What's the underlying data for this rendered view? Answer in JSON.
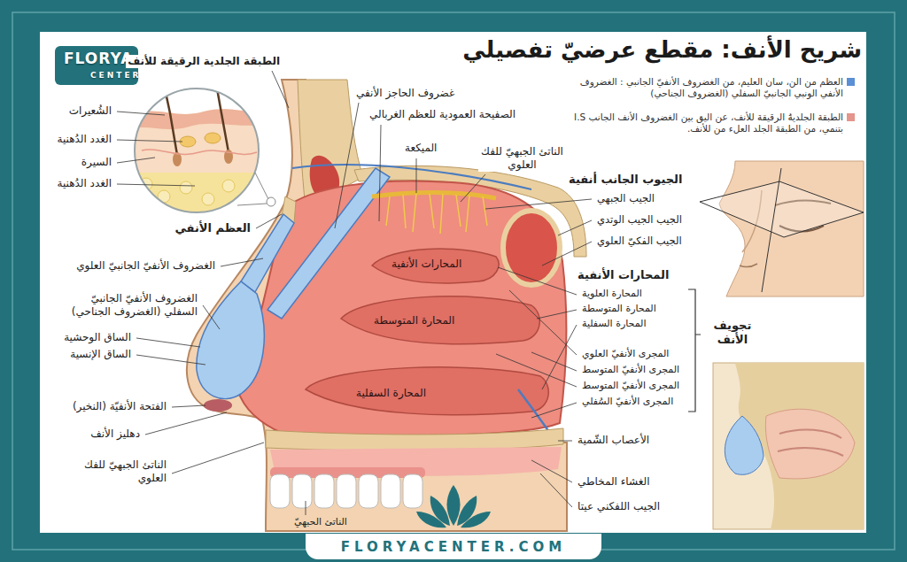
{
  "diagram": {
    "title": "شريح الأنف: مقطع عرضيّ تفصيلي",
    "nodes": [
      {
        "text": [
          "FLORYACENTER.COM"
        ]
      }
    ],
    "labels": [
      "FLORYA",
      "CENTER",
      "الطبقة الجلدية الرقيقة للأنف",
      "الشُعيرات",
      "الغدد الدُهنية",
      "السيرة",
      "الغدد الدُهنية",
      "العظم الأنفي",
      "الغضروف الأنفيّ الجانبيّ العلوي",
      "الغضروف الأنفيّ الجانبيّ السفلي (الغضروف الجناحي)",
      "الساق الوحشية",
      "الساق الإنسية",
      "الفتحة الأنفيّة (النخير)",
      "دهليز الأنف",
      "الناتئ الجبهيّ للفك العلوي",
      "غضروف الحاجز الأنفي",
      "الصفيحة العمودية للعظم الغربالي",
      "الميكعة",
      "الناتئ الجبهيّ للفك العلوي",
      "الجيوب الجانب أنفية",
      "الجيب الجبهي",
      "الجيب الجيب الوتدي",
      "الجيب الفكيّ العلوي",
      "المحارات الأنفية",
      "المحارة العلوية",
      "المحارة المتوسطة",
      "المحارة السفلية",
      "تجويف الأنف",
      "المجرى الأنفيّ العلوي",
      "المجرى الأنفيّ المتوسط",
      "المجرى الأنفيّ المتوسط",
      "المجرى الأنفيّ السُفلي",
      "الأعصاب الشّمية",
      "الغشاء المخاطي",
      "الجيب اللفكني عيتا",
      "المحارات الأنفية",
      "المحارة المتوسطة",
      "المحارة السفلية",
      "الناتئ الحبهيّ"
    ],
    "legend": [
      {
        "text": "العظم من الن، سان العليم، من الغضروف الأنفيّ الجانبي : الغضروف الأنفي الونبي الجانبيّ السفلي (الغضروف الجناحي)",
        "color": "#5b8fd6"
      },
      {
        "text": "الطبقة الجلديةُ الرقيقة للأنف، عن اليق بين الغضروف الأنف الجانب I.S بتنمي، من الطبقة الجلد العلء من للأنف.",
        "color": "#e4958c"
      }
    ]
  }
}
